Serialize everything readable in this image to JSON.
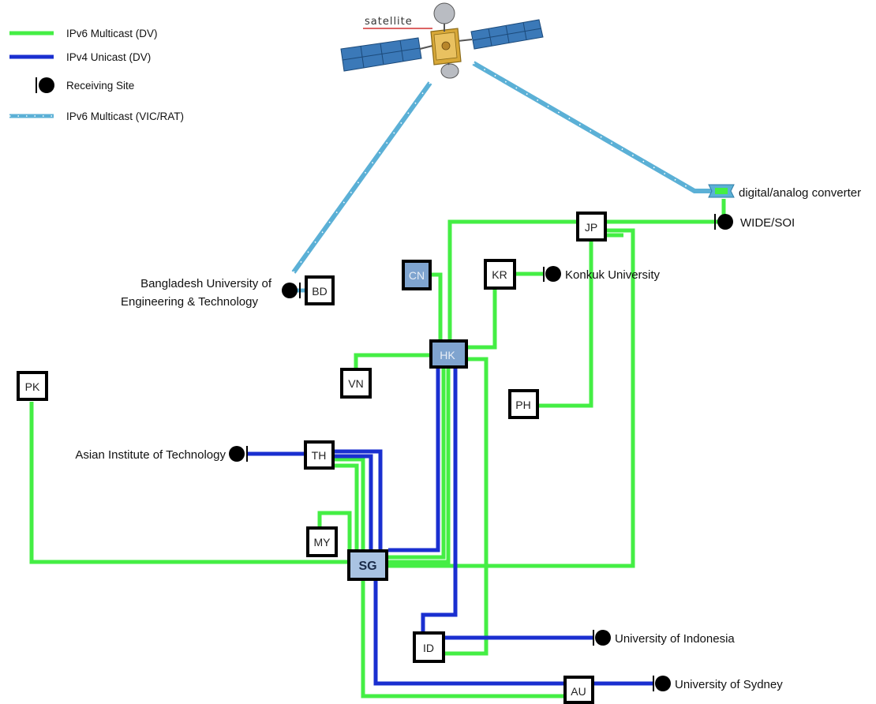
{
  "legend": {
    "ipv6_multicast_dv": "IPv6 Multicast (DV)",
    "ipv4_unicast_dv": "IPv4 Unicast (DV)",
    "receiving_site": "Receiving Site",
    "ipv6_multicast_vic_rat": "IPv6 Multicast (VIC/RAT)"
  },
  "colors": {
    "ipv6_multicast_dv": "#44ee44",
    "ipv4_unicast_dv": "#1a2fd0",
    "ipv6_multicast_vic_rat": "#5bb0d6",
    "highlight_node": "#7fa4cf"
  },
  "satellite": {
    "label": "satellite"
  },
  "converter": {
    "label": "digital/analog converter"
  },
  "nodes": {
    "JP": "JP",
    "CN": "CN",
    "KR": "KR",
    "BD": "BD",
    "HK": "HK",
    "VN": "VN",
    "PK": "PK",
    "PH": "PH",
    "TH": "TH",
    "MY": "MY",
    "SG": "SG",
    "ID": "ID",
    "AU": "AU"
  },
  "sites": {
    "wide_soi": "WIDE/SOI",
    "konkuk": "Konkuk University",
    "bangladesh_line1": "Bangladesh University of",
    "bangladesh_line2": "Engineering & Technology",
    "ait": "Asian Institute of Technology",
    "indonesia": "University of Indonesia",
    "sydney": "University of Sydney"
  }
}
